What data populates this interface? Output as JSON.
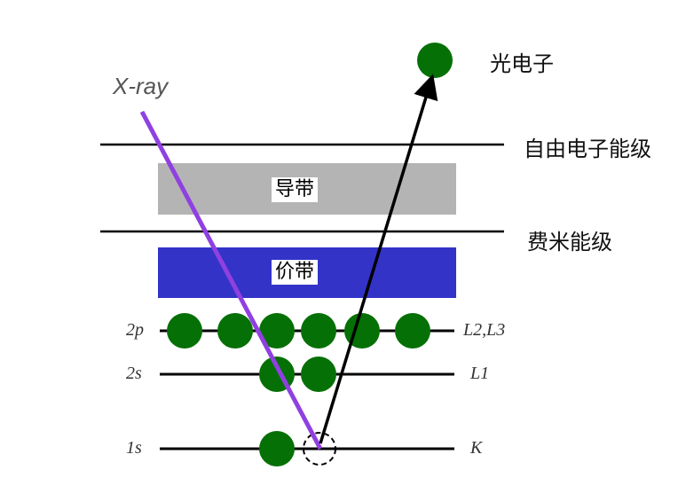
{
  "labels": {
    "xray": "X-ray",
    "photoelectron": "光电子",
    "free_electron_level": "自由电子能级",
    "conduction_band": "导带",
    "fermi_level": "费米能级",
    "valence_band": "价带"
  },
  "orbitals": [
    {
      "name": "2p",
      "shell": "L2,L3",
      "electrons": 6
    },
    {
      "name": "2s",
      "shell": "L1",
      "electrons": 2
    },
    {
      "name": "1s",
      "shell": "K",
      "electrons": 1,
      "vacancies": 1
    }
  ],
  "colors": {
    "electron": "#057005",
    "xray": "#9040e0",
    "conduction": "#b4b4b4",
    "valence": "#3333c8"
  }
}
